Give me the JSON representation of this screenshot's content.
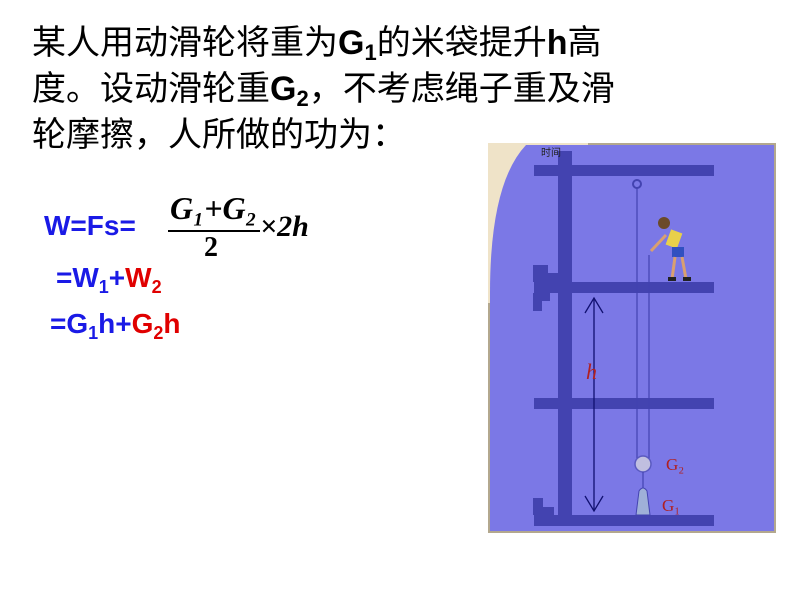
{
  "problem": {
    "line1_a": "某人用动滑轮将重为",
    "line1_G": "G",
    "line1_sub": "1",
    "line1_b": "的米袋提升",
    "line1_h": "h",
    "line1_c": "高",
    "line2_a": "度。设动滑轮重",
    "line2_G": "G",
    "line2_sub": "2",
    "line2_b": "，不考虑绳子重及滑",
    "line3": "轮摩擦，人所做的功为："
  },
  "equations": {
    "eq1_label": "W=Fs=",
    "frac_num": "G₁+G₂",
    "frac_den": "2",
    "frac_mul": "×2h",
    "eq2_prefix": "=W",
    "eq2_sub1": "1",
    "eq2_plus": "+",
    "eq2_W2": "W",
    "eq2_sub2": "2",
    "eq3_prefix": "=G",
    "eq3_sub1": "1",
    "eq3_mid": "h+",
    "eq3_G2": "G",
    "eq3_sub2": "2",
    "eq3_h": "h"
  },
  "figure": {
    "time_label": "时间",
    "h_label": "h",
    "g2_label": "G₂",
    "g1_label": "G₁",
    "colors": {
      "background": "#7b78e6",
      "structure": "#4343b0",
      "frame": "#b3a88e",
      "corner": "#efe3c8",
      "label": "#b02020"
    }
  }
}
